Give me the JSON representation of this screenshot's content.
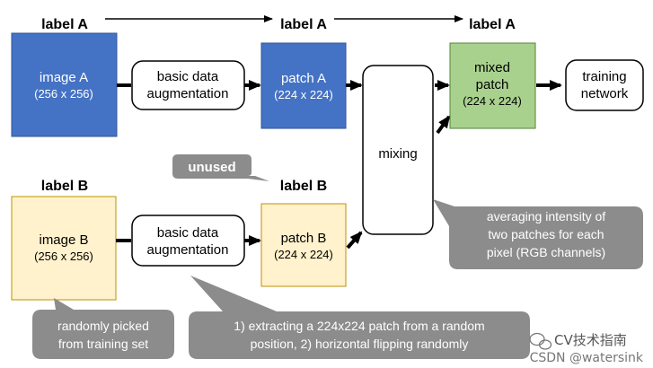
{
  "labels": {
    "label_a_1": "label A",
    "label_a_2": "label A",
    "label_a_3": "label A",
    "label_b_1": "label B",
    "label_b_2": "label B"
  },
  "nodes": {
    "image_a": {
      "line1": "image A",
      "line2": "(256 x 256)"
    },
    "image_b": {
      "line1": "image B",
      "line2": "(256 x 256)"
    },
    "aug_top": {
      "line1": "basic data",
      "line2": "augmentation"
    },
    "aug_bottom": {
      "line1": "basic data",
      "line2": "augmentation"
    },
    "patch_a": {
      "line1": "patch A",
      "line2": "(224 x 224)"
    },
    "patch_b": {
      "line1": "patch B",
      "line2": "(224 x 224)"
    },
    "mixing": {
      "line1": "mixing"
    },
    "mixed_patch": {
      "line1": "mixed",
      "line2": "patch",
      "line3": "(224 x 224)"
    },
    "training_network": {
      "line1": "training",
      "line2": "network"
    }
  },
  "callouts": {
    "unused": "unused",
    "randomly_picked": {
      "line1": "randomly picked",
      "line2": "from training set"
    },
    "averaging": {
      "line1": "averaging intensity of",
      "line2": "two patches for each",
      "line3": "pixel (RGB channels)"
    },
    "extracting": {
      "line1": "1) extracting a 224x224 patch from a random",
      "line2": "position, 2) horizontal flipping randomly"
    }
  },
  "watermark": {
    "brand": "CV技术指南",
    "credit": "CSDN @watersink"
  },
  "colors": {
    "blue_fill": "#4472c4",
    "blue_stroke": "#2f5597",
    "yellow_fill": "#fff2cc",
    "yellow_stroke": "#bf9000",
    "green_fill": "#a9d18e",
    "green_stroke": "#548235",
    "callout_fill": "#8c8c8c"
  }
}
